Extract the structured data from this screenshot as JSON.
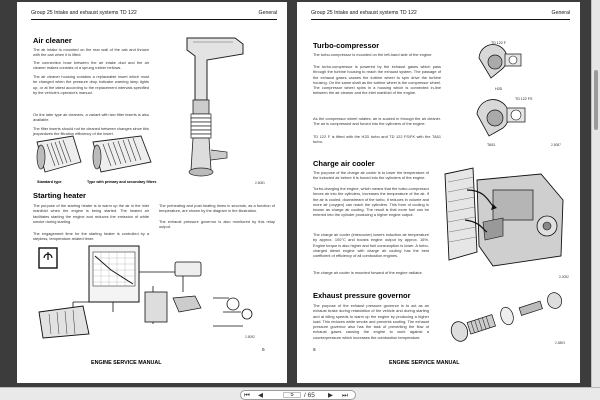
{
  "viewer": {
    "first_icon": "first-page-icon",
    "prev_icon": "previous-page-icon",
    "next_icon": "next-page-icon",
    "last_icon": "last-page-icon",
    "current_page": "5",
    "page_total": "/ 65"
  },
  "left": {
    "header_left": "Group 25  Intake and exhaust systems TD 122",
    "header_right": "General",
    "air_title": "Air cleaner",
    "air_p1": "The air intake is mounted on the rear wall of the cab and thrown with the cab when it is lifted.",
    "air_p2": "The connection hose between the air intake duct and the air cleaner makes consists of a sprung rubber bellows.",
    "air_p3": "The air cleaner housing contains a replaceable insert which must be changed when the pressure drop indicator warning lamp lights up, or at the latest according to the replacement intervals specified by the vehicle's operator's manual.",
    "air_p4": "On the later type air cleaners, a variant with two filter inserts is also available.",
    "air_p5": "The filter inserts should not be cleaned between changes since this jeopardizes the filtration efficiency of the insert.",
    "cap_standard": "Standard type",
    "cap_dual": "Type with primary and secondary filters",
    "ref_air": "2-8081",
    "start_title": "Starting heater",
    "start_p1": "The purpose of the starting heater is to warm up the air in the inlet manifold when the engine is being started. The heated air facilitates starting the engine and reduces the emission of white smoke during starting.",
    "start_p2": "The engagement time for the starting heater is controlled by a stepless, temperature-related timer.",
    "start_p3": "The preheating and post-heating times in seconds, as a function of temperature, are shown by the diagram in the illustration.",
    "start_p4": "The exhaust pressure governor is also monitored by this relay output.",
    "ref_heat": "2-8092",
    "footer": "ENGINE SERVICE MANUAL",
    "page_no": "5"
  },
  "right": {
    "header_left": "Group 25  Intake and exhaust systems TD 122",
    "header_right": "General",
    "turbo_title": "Turbo-compressor",
    "turbo_p1": "The turbo-compressor is mounted on the left-hand side of the engine.",
    "turbo_p2": "The turbo-compressor is powered by the exhaust gases which pass through the turbine housing to reach the exhaust system. The passage of the exhaust gases causes the turbine wheel to spin drive the turbine housing. On the same shaft as the turbine wheel is the compressor wheel. The compressor wheel spins in a housing which is connected in-line between the air cleaner and the inlet manifold of the engine.",
    "turbo_p3": "As the compressor wheel rotates, air is sucked in through the air cleaner. The air is compressed and forced into the cylinders of the engine.",
    "turbo_p4": "TD 122 F is fitted with the H2D turbo and TD 122 FS/FK with the TA51 turbo.",
    "lbl_td122f": "TD 122 F",
    "lbl_h2d": "H2D",
    "lbl_td122fs": "TD 122 FS",
    "lbl_ta51": "TA51",
    "ref_turbo": "2-8087",
    "charge_title": "Charge air cooler",
    "charge_p1": "The purpose of the charge air cooler is to lower the temperature of the inducted air before it is forced into the cylinders of the engine.",
    "charge_p2": "Turbo-charging the engine, which means that the turbo-compressor forces air into the cylinders, increases the temperature of the air. If the air is cooled, downstream of the turbo, it reduces in volume and more air (oxygen) can reach the cylinders. This form of cooling is known as charge air cooling. The result is that more fuel can be entered into the cylinder producing a higher engine output.",
    "charge_p3": "The charge air cooler (intercooler) lowers induction air temperature by approx. 100°C and boosts engine output by approx. 16%. Engine torque is also higher and fuel consumption is lower. A turbo-charged diesel engine with charge air cooling has the best coefficient of efficiency of all combustion engines.",
    "charge_p4": "The charge air cooler is mounted forward of the engine radiator.",
    "ref_charge": "2-0052",
    "exh_title": "Exhaust pressure governor",
    "exh_p1": "The purpose of the exhaust pressure governor is to act as an exhaust brake during retardation of the vehicle and during starting and at idling speeds to warm up the engine by producing a higher load. This reduces white smoke and prevents sooting. The exhaust pressure governor also has the task of preventing the flow of exhaust gases causing the engine to work against a counterpressure which increases the combustion temperature.",
    "ref_exh": "2-8803",
    "footer": "ENGINE SERVICE MANUAL",
    "page_no": "6"
  }
}
